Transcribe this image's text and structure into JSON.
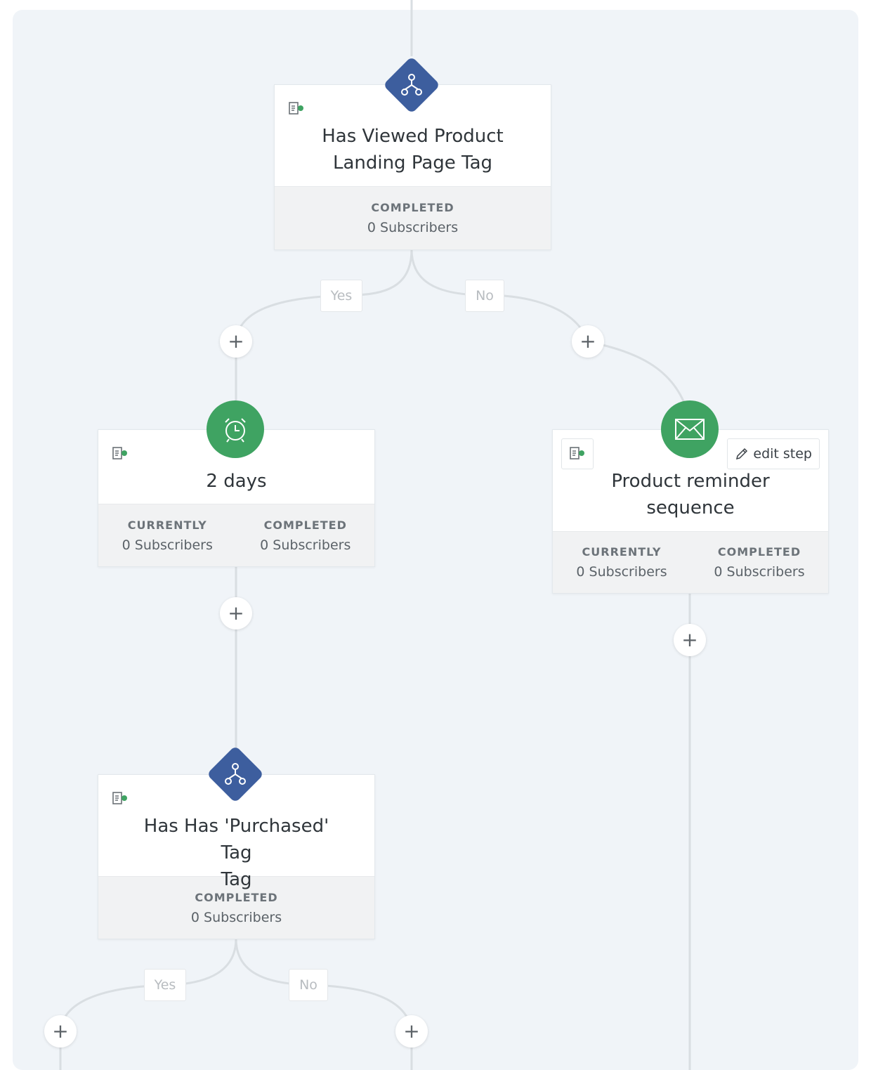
{
  "colors": {
    "canvas": "#f0f4f8",
    "condition": "#3d5e9e",
    "action": "#3fa362",
    "connector": "#d9dee2"
  },
  "nodes": {
    "viewed": {
      "icon": "branch-icon",
      "title_line1": "Has Viewed Product",
      "title_line2": "Landing Page Tag",
      "completed_label": "COMPLETED",
      "completed_value": "0 Subscribers"
    },
    "delay": {
      "icon": "alarm-clock-icon",
      "title": "2 days",
      "currently_label": "CURRENTLY",
      "currently_value": "0 Subscribers",
      "completed_label": "COMPLETED",
      "completed_value": "0 Subscribers"
    },
    "email": {
      "icon": "envelope-icon",
      "title_line1": "Product reminder",
      "title_line2": "sequence",
      "edit_label": "edit step",
      "currently_label": "CURRENTLY",
      "currently_value": "0 Subscribers",
      "completed_label": "COMPLETED",
      "completed_value": "0 Subscribers"
    },
    "purchased": {
      "icon": "branch-icon",
      "title_line1": "Has Has 'Purchased' Tag",
      "title_line2": "Tag",
      "completed_label": "COMPLETED",
      "completed_value": "0 Subscribers"
    }
  },
  "branches": {
    "yes": "Yes",
    "no": "No"
  },
  "add_symbol": "+"
}
